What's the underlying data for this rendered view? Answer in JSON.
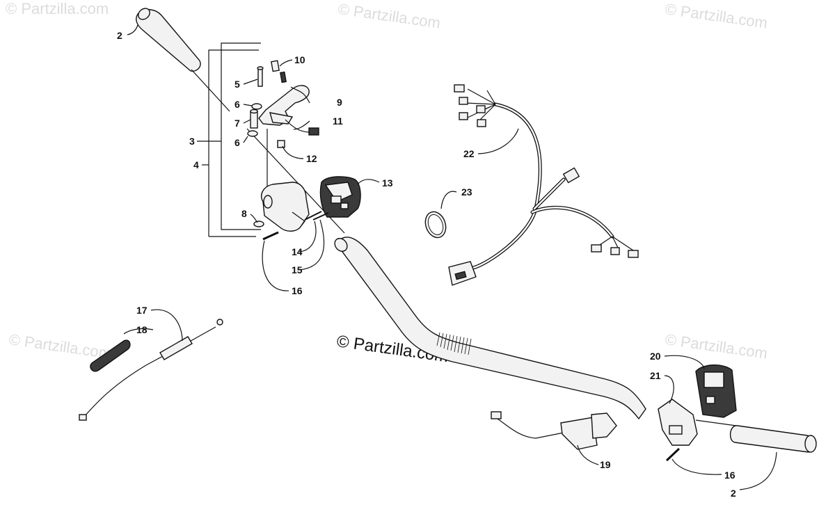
{
  "watermarks": {
    "corner": "© Partzilla.com",
    "center": "© Partzilla.com"
  },
  "callouts": {
    "c2a": "2",
    "c2b": "2",
    "c3": "3",
    "c4": "4",
    "c5": "5",
    "c6a": "6",
    "c6b": "6",
    "c7": "7",
    "c8": "8",
    "c9": "9",
    "c10": "10",
    "c11": "11",
    "c12": "12",
    "c13": "13",
    "c14": "14",
    "c15": "15",
    "c16a": "16",
    "c16b": "16",
    "c17": "17",
    "c18": "18",
    "c19": "19",
    "c20": "20",
    "c21": "21",
    "c22": "22",
    "c23": "23"
  },
  "colors": {
    "line": "#111111",
    "watermark": "#dcdcdc",
    "part_fill": "#f2f2f2"
  }
}
